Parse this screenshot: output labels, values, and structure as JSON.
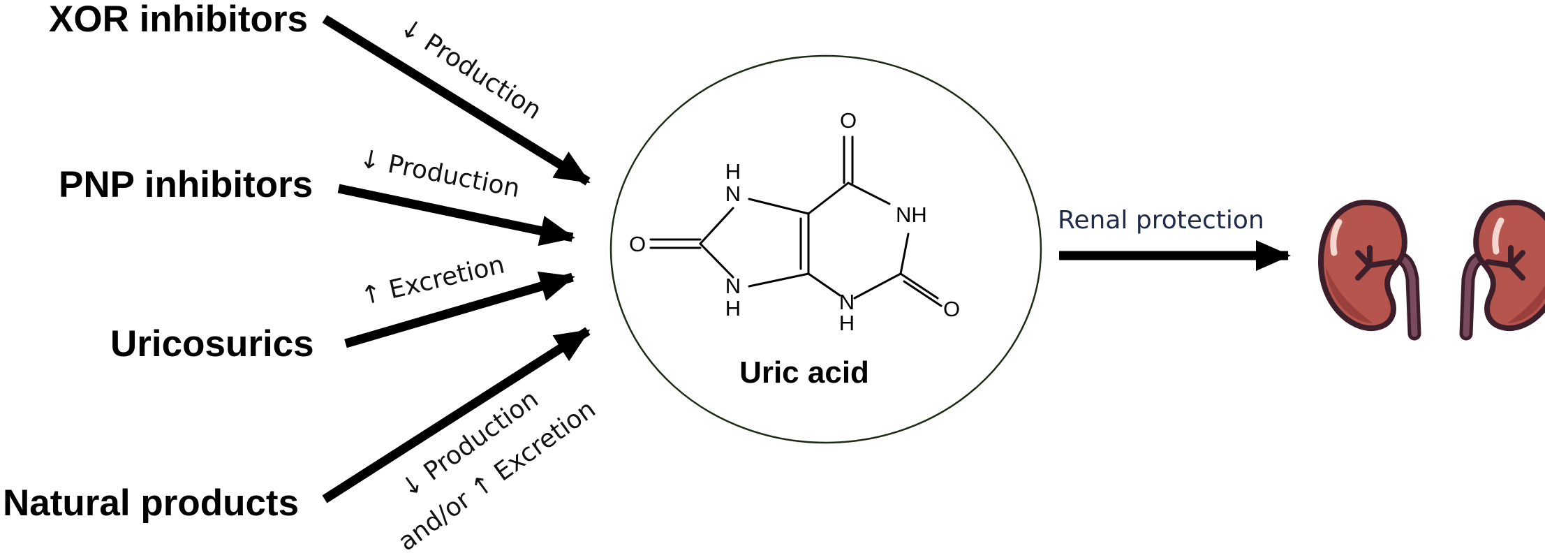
{
  "drugs": {
    "xor": "XOR inhibitors",
    "pnp": "PNP inhibitors",
    "uricosurics": "Uricosurics",
    "natural": "Natural products"
  },
  "effects": {
    "xor": "↓ Production",
    "pnp": "↓ Production",
    "uricosurics": "↑ Excretion",
    "natural_line1": "↓ Production",
    "natural_line2": "and/or ↑ Excretion"
  },
  "molecule": {
    "name": "Uric acid",
    "atoms": {
      "o_top": "O",
      "nh_right": "NH",
      "o_right": "O",
      "n_bottom": "N",
      "h_bottom": "H",
      "n9": "N",
      "h9": "H",
      "o_left": "O",
      "n7": "N",
      "h7": "H"
    }
  },
  "outcome": {
    "label": "Renal protection",
    "icon": "kidneys-icon"
  },
  "colors": {
    "kidney_main": "#b5554d",
    "kidney_shadow": "#9a3f3b",
    "kidney_outline": "#3d1f2b",
    "text_outcome": "#1e2a4a"
  }
}
